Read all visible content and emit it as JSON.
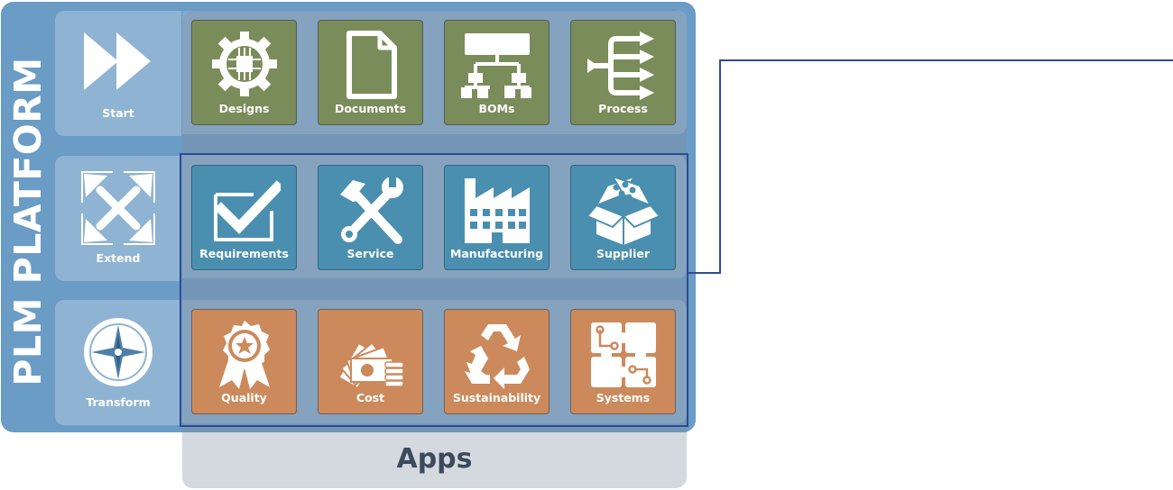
{
  "platform": {
    "title": "PLM PLATFORM"
  },
  "stages": [
    {
      "label": "Start",
      "icon": "fast-forward-icon"
    },
    {
      "label": "Extend",
      "icon": "expand-arrows-icon"
    },
    {
      "label": "Transform",
      "icon": "compass-icon"
    }
  ],
  "rows": [
    {
      "color": "#7b8c5b",
      "tiles": [
        {
          "label": "Designs",
          "icon": "circuit-gear-icon"
        },
        {
          "label": "Documents",
          "icon": "document-icon"
        },
        {
          "label": "BOMs",
          "icon": "hierarchy-icon"
        },
        {
          "label": "Process",
          "icon": "process-flow-icon"
        }
      ]
    },
    {
      "color": "#4a8faf",
      "tiles": [
        {
          "label": "Requirements",
          "icon": "checkbox-icon"
        },
        {
          "label": "Service",
          "icon": "tools-icon"
        },
        {
          "label": "Manufacturing",
          "icon": "factory-icon"
        },
        {
          "label": "Supplier",
          "icon": "open-box-icon"
        }
      ]
    },
    {
      "color": "#cc8a5c",
      "tiles": [
        {
          "label": "Quality",
          "icon": "award-badge-icon"
        },
        {
          "label": "Cost",
          "icon": "money-icon"
        },
        {
          "label": "Sustainability",
          "icon": "recycle-icon"
        },
        {
          "label": "Systems",
          "icon": "puzzle-icon"
        }
      ]
    }
  ],
  "apps_label": "Apps",
  "colors": {
    "highlight": "#2d4a96",
    "platform": "#6a9cc6",
    "apps_panel": "#d3d9df"
  }
}
